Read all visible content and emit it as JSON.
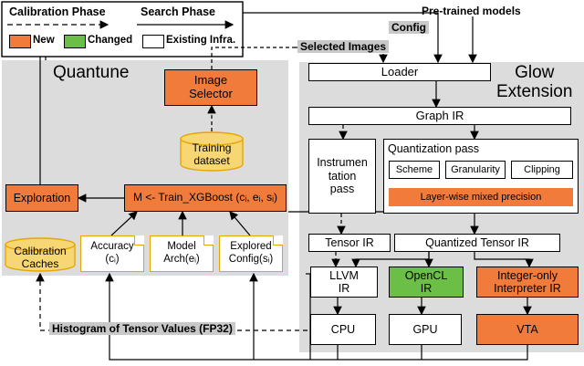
{
  "legend": {
    "calibration_phase": "Calibration Phase",
    "search_phase": "Search Phase",
    "new": "New",
    "changed": "Changed",
    "existing": "Existing Infra.",
    "colors": {
      "new": "#f07b3a",
      "changed": "#6bbf46",
      "existing": "#ffffff",
      "cache": "#f7d774"
    }
  },
  "labels": {
    "pretrained": "Pre-trained models",
    "config": "Config",
    "selected_images": "Selected Images",
    "histogram": "Histogram of Tensor Values (FP32)"
  },
  "quantune": {
    "title": "Quantune",
    "image_selector": "Image\nSelector",
    "training_dataset": "Training\ndataset",
    "exploration": "Exploration",
    "train_xgboost": "M <- Train_XGBoost (cᵢ, eᵢ, sᵢ)",
    "calibration_caches": "Calibration\nCaches",
    "accuracy": "Accuracy\n(cᵢ)",
    "model_arch": "Model\nArch(eᵢ)",
    "explored_config": "Explored\nConfig(sᵢ)"
  },
  "glow": {
    "title": "Glow\nExtension",
    "loader": "Loader",
    "graph_ir": "Graph IR",
    "instrumentation": "Instrumen\ntation\npass",
    "quantization_pass": "Quantization pass",
    "scheme": "Scheme",
    "granularity": "Granularity",
    "clipping": "Clipping",
    "mixed_precision": "Layer-wise mixed precision",
    "tensor_ir": "Tensor IR",
    "quantized_tensor_ir": "Quantized Tensor IR",
    "llvm_ir": "LLVM\nIR",
    "opencl_ir": "OpenCL\nIR",
    "interpreter_ir": "Integer-only\nInterpreter IR",
    "cpu": "CPU",
    "gpu": "GPU",
    "vta": "VTA"
  }
}
